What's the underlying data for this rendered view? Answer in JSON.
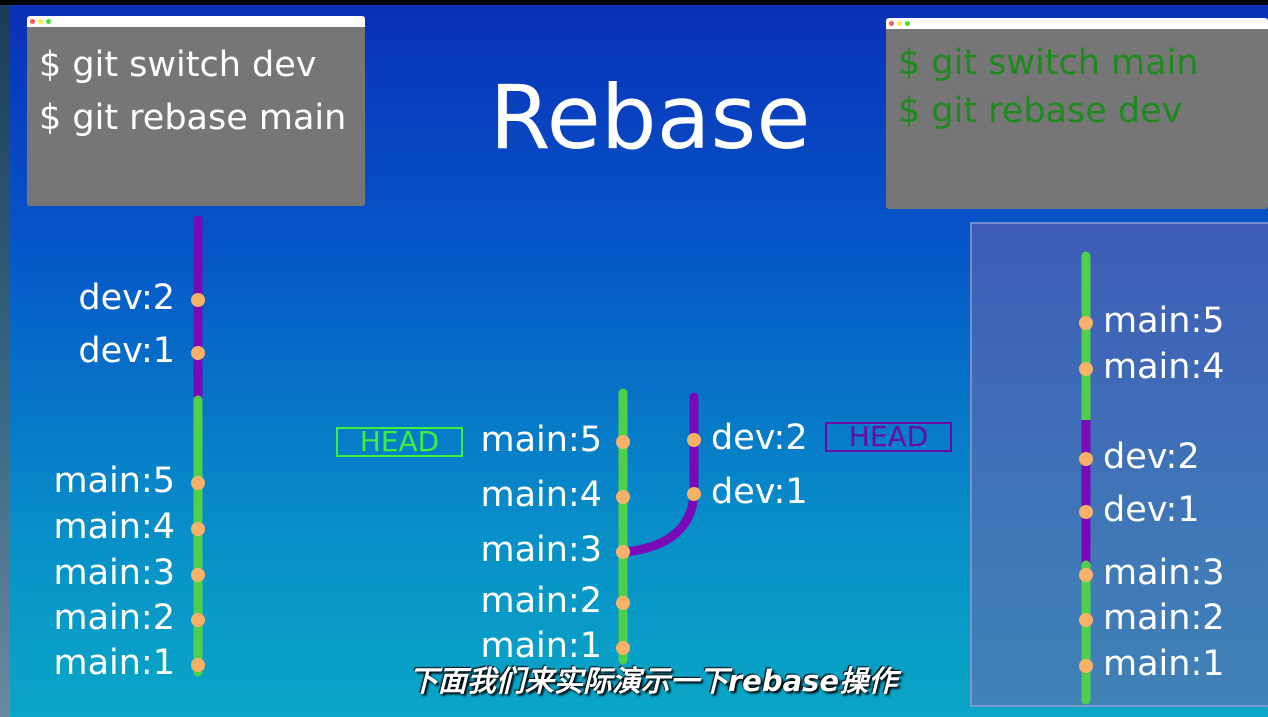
{
  "title": "Rebase",
  "left_terminal": {
    "commands": [
      "$ git switch dev",
      "$ git rebase main"
    ],
    "text_color": "#ffffff"
  },
  "right_terminal": {
    "commands": [
      "$ git switch main",
      "$ git rebase dev"
    ],
    "text_color": "#1e8a1e"
  },
  "colors": {
    "main_branch": "#4fcf4a",
    "dev_branch": "#7a0ab8",
    "commit": "#f7b267"
  },
  "left_graph": {
    "labels": [
      "dev:2",
      "dev:1",
      "main:5",
      "main:4",
      "main:3",
      "main:2",
      "main:1"
    ]
  },
  "center_graph": {
    "main_labels": [
      "main:5",
      "main:4",
      "main:3",
      "main:2",
      "main:1"
    ],
    "dev_labels": [
      "dev:2",
      "dev:1"
    ],
    "main_head": "HEAD",
    "dev_head": "HEAD"
  },
  "right_graph": {
    "labels": [
      "main:5",
      "main:4",
      "dev:2",
      "dev:1",
      "main:3",
      "main:2",
      "main:1"
    ]
  },
  "subtitle": "下面我们来实际演示一下rebase操作"
}
